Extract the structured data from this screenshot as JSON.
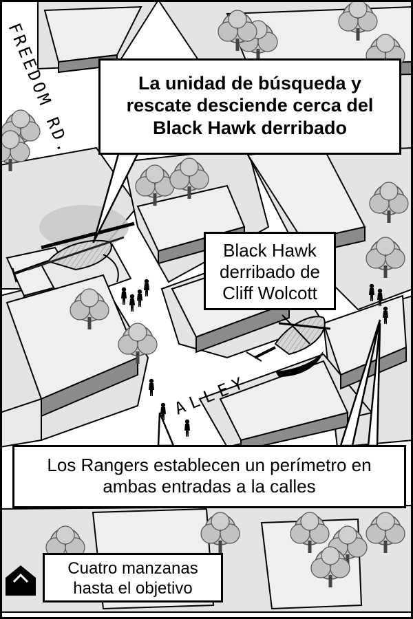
{
  "map": {
    "street_labels": {
      "freedom_rd": "FREEDOM RD.",
      "alley": "ALLEY"
    },
    "callouts": {
      "search_rescue": [
        "La unidad de búsqueda y",
        "rescate desciende cerca del",
        "Black Hawk derribado"
      ],
      "downed_hawk": [
        "Black Hawk",
        "derribado de",
        "Cliff Wolcott"
      ],
      "perimeter": [
        "Los Rangers establecen un perímetro en",
        "ambas entradas a la calles"
      ],
      "blocks_to_target": [
        "Cuatro manzanas",
        "hasta el objetivo"
      ]
    },
    "colors": {
      "street": "#ffffff",
      "block": "#e2e2e2",
      "building_top": "#ececec",
      "building_side": "#8a8a8a",
      "outline": "#000000",
      "tree": "#c4c4c4"
    },
    "icons": [
      "helicopter-icon",
      "soldier-icon",
      "tree-icon",
      "target-arrow-icon"
    ]
  }
}
